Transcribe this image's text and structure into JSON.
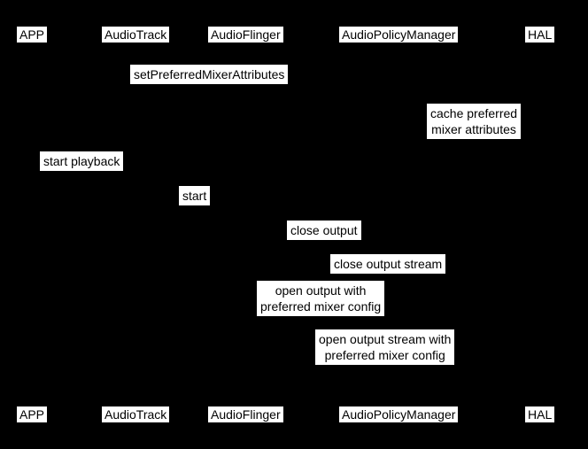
{
  "diagram": {
    "type": "sequence-diagram",
    "colors": {
      "background": "#000000",
      "label_background": "#ffffff",
      "label_text": "#000000"
    },
    "participants": [
      {
        "label": "APP"
      },
      {
        "label": "AudioTrack"
      },
      {
        "label": "AudioFlinger"
      },
      {
        "label": "AudioPolicyManager"
      },
      {
        "label": "HAL"
      }
    ],
    "messages": [
      {
        "text": "setPreferredMixerAttributes"
      },
      {
        "text": "cache preferred\nmixer attributes"
      },
      {
        "text": "start playback"
      },
      {
        "text": "start"
      },
      {
        "text": "close output"
      },
      {
        "text": "close output stream"
      },
      {
        "text": "open output with\npreferred mixer config"
      },
      {
        "text": "open output stream with\npreferred mixer config"
      }
    ]
  }
}
